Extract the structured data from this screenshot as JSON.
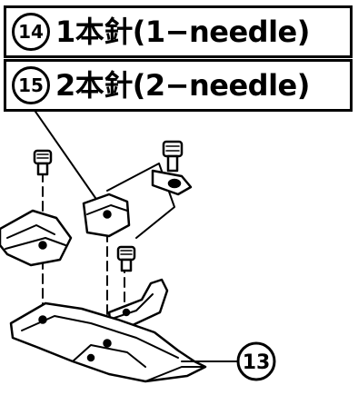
{
  "labels": [
    {
      "number": "14",
      "text": "1本針(1−needle)"
    },
    {
      "number": "15",
      "text": "2本針(2−needle)"
    }
  ],
  "callout": {
    "number": "13"
  }
}
